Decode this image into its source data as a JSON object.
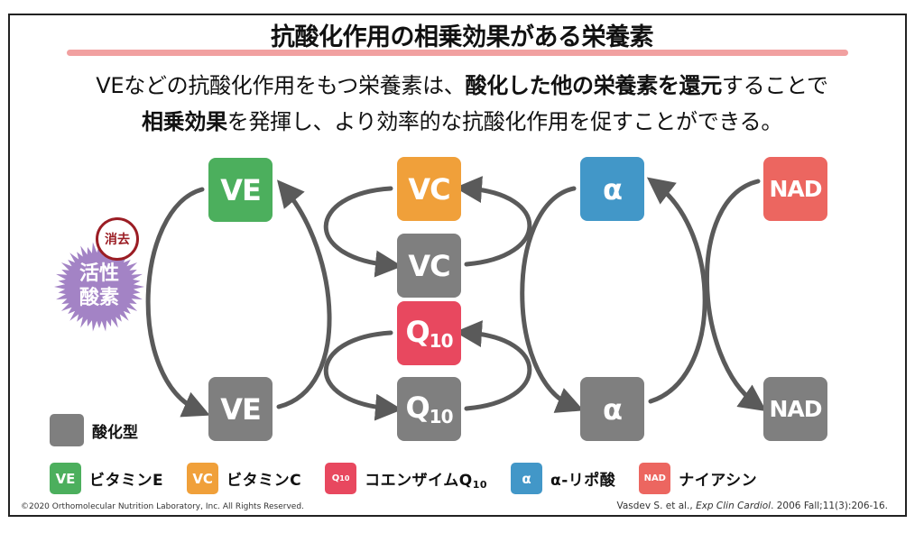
{
  "title": "抗酸化作用の相乗効果がある栄養素",
  "lead": {
    "line1": [
      {
        "text": "VEなどの抗酸化作用をもつ栄養素は、",
        "bold": false
      },
      {
        "text": "酸化した他の栄養素を還元",
        "bold": true
      },
      {
        "text": "することで",
        "bold": false
      }
    ],
    "line2": [
      {
        "text": "相乗効果",
        "bold": true
      },
      {
        "text": "を発揮し、より効率的な抗酸化作用を促すことができる。",
        "bold": false
      }
    ]
  },
  "colors": {
    "ve": "#4caf5d",
    "vc": "#f0a03a",
    "q10": "#e8485f",
    "alpha": "#4297c8",
    "nad": "#ec6660",
    "oxidized": "#7f7f7f",
    "arrow": "#5a5a5a",
    "ros": "#a383c5",
    "erase": "#9b1d24",
    "rule": "#f1a0a0"
  },
  "ros": {
    "label_line1": "活性",
    "label_line2": "酸素",
    "erase_label": "消去"
  },
  "nodes": {
    "ve_reduced": {
      "label": "VE"
    },
    "ve_oxidized": {
      "label": "VE"
    },
    "vc_reduced": {
      "label": "VC"
    },
    "vc_oxidized": {
      "label": "VC"
    },
    "q10_reduced": {
      "label": "Q",
      "sub": "10"
    },
    "q10_oxidized": {
      "label": "Q",
      "sub": "10"
    },
    "alpha_reduced": {
      "label": "α"
    },
    "alpha_oxidized": {
      "label": "α"
    },
    "nad_reduced": {
      "label": "NAD"
    },
    "nad_oxidized": {
      "label": "NAD"
    }
  },
  "legend": {
    "oxidized_label": "酸化型",
    "items": [
      {
        "badge": "VE",
        "label": "ビタミンE"
      },
      {
        "badge": "VC",
        "label": "ビタミンC"
      },
      {
        "badge": "Q",
        "badge_sub": "10",
        "label": "コエンザイムQ",
        "label_sub": "10"
      },
      {
        "badge": "α",
        "label": "α-リポ酸"
      },
      {
        "badge": "NAD",
        "label": "ナイアシン"
      }
    ]
  },
  "footer": {
    "copyright": "©2020 Orthomolecular Nutrition Laboratory, Inc. All Rights Reserved.",
    "citation_authors": "Vasdev S. et al., ",
    "citation_journal": "Exp Clin Cardiol",
    "citation_rest": ". 2006 Fall;11(3):206-16."
  }
}
